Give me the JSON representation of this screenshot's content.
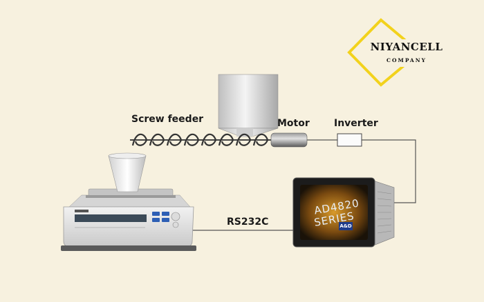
{
  "labels": {
    "screw_feeder": "Screw feeder",
    "motor": "Motor",
    "inverter": "Inverter",
    "rs232c": "RS232C"
  },
  "logo": {
    "name": "NIYANCELL",
    "tagline": "COMPANY",
    "accent_color": "#f2d21c"
  },
  "controller_screen": {
    "model_text": "AD4820",
    "series_text": "SERIES",
    "brand_text": "A&D"
  },
  "colors": {
    "background": "#f7f1df",
    "wire": "#555555",
    "hopper": "#dcdcdc",
    "screen_glow": "#c9871e"
  }
}
